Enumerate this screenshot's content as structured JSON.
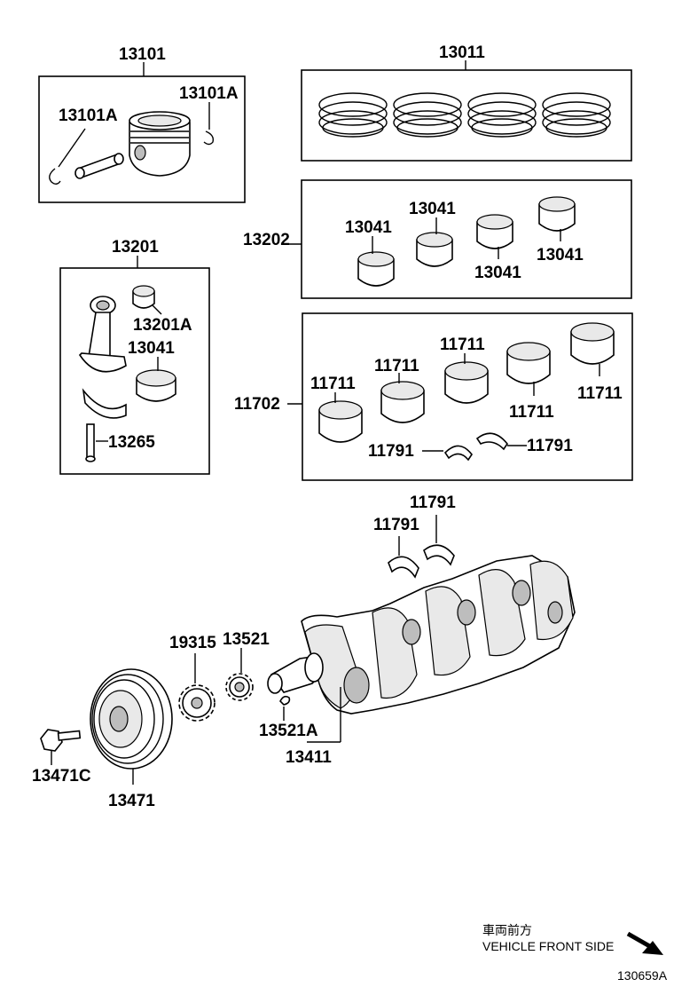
{
  "parts": {
    "piston_assy": "13101",
    "piston_pin_left": "13101A",
    "snap_ring_right": "13101A",
    "ring_set": "13011",
    "conrod_bearing_set": "13202",
    "bearing_a": "13041",
    "bearing_b": "13041",
    "bearing_c": "13041",
    "bearing_d": "13041",
    "conrod_assy": "13201",
    "conrod_bushing": "13201A",
    "conrod_bearing": "13041",
    "conrod_bolt": "13265",
    "main_bearing_set": "11702",
    "main_a": "11711",
    "main_b": "11711",
    "main_c": "11711",
    "main_d": "11711",
    "main_e": "11711",
    "thrust_box_left": "11791",
    "thrust_box_right": "11791",
    "thrust_upper": "11791",
    "thrust_lower": "11791",
    "timing_gear": "19315",
    "crank_gear": "13521",
    "key": "13521A",
    "crankshaft": "13411",
    "pulley_bolt": "13471C",
    "pulley": "13471"
  },
  "footer": {
    "jp_label": "車両前方",
    "direction_label": "VEHICLE FRONT SIDE",
    "diagram_id": "130659A"
  }
}
